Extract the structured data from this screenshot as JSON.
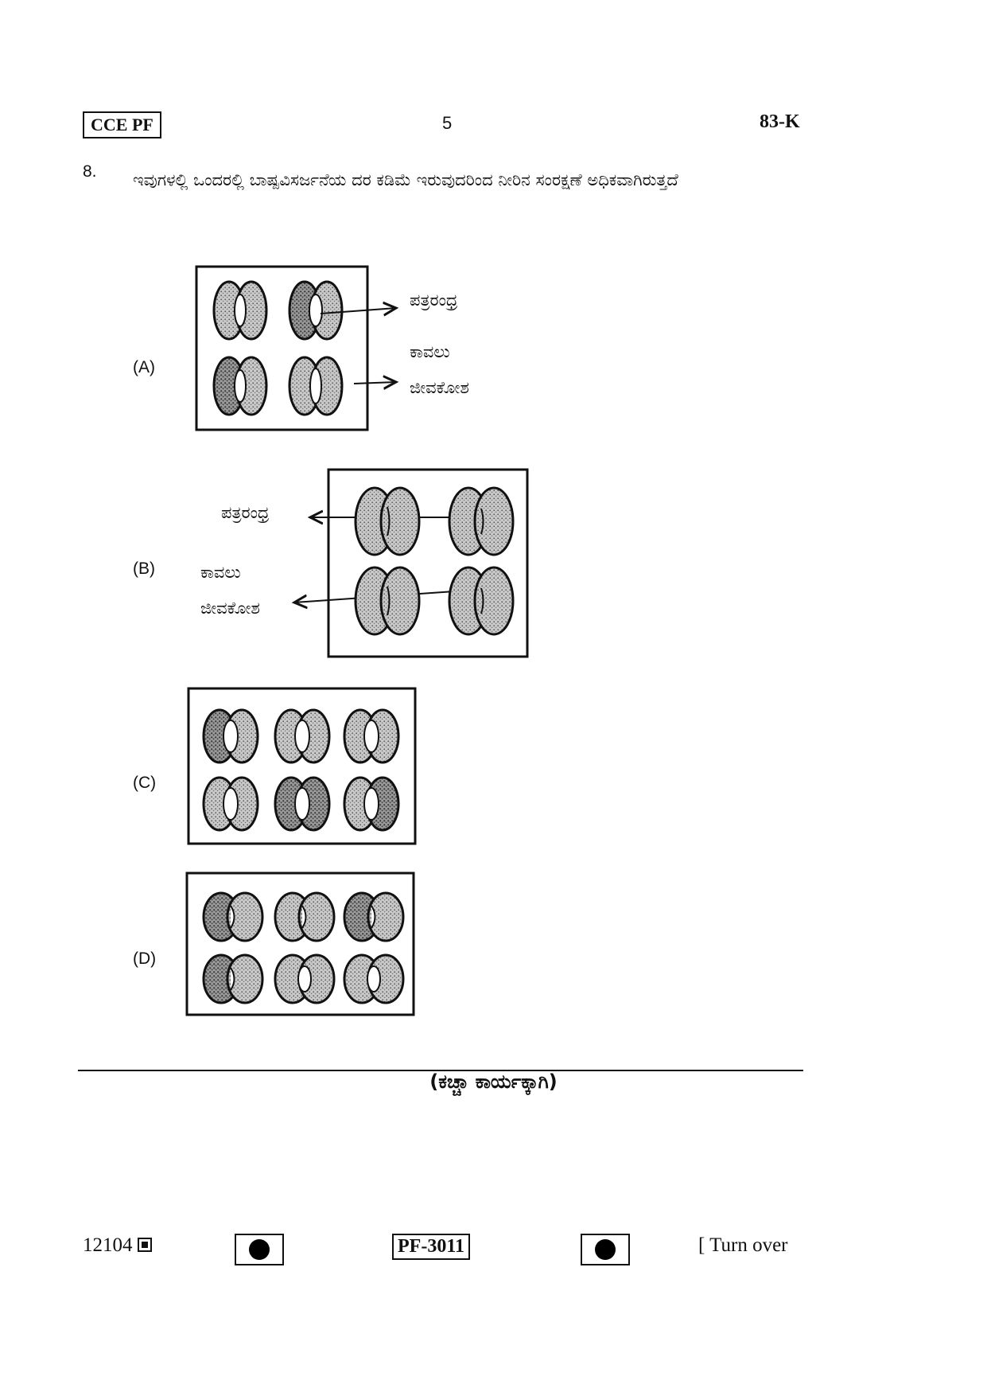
{
  "header": {
    "series": "CCE PF",
    "page_number": "5",
    "paper_code": "83-K"
  },
  "question": {
    "number": "8.",
    "text": "ಇವುಗಳಲ್ಲಿ ಒಂದರಲ್ಲಿ ಬಾಷ್ಪವಿಸರ್ಜನೆಯ ದರ ಕಡಿಮೆ ಇರುವುದರಿಂದ ನೀರಿನ ಸಂರಕ್ಷಣೆ ಅಧಿಕವಾಗಿರುತ್ತದೆ"
  },
  "options": [
    {
      "label": "(A)",
      "annotations": [
        "ಪತ್ರರಂಧ್ರ",
        "ಕಾವಲು",
        "ಜೀವಕೋಶ"
      ]
    },
    {
      "label": "(B)",
      "annotations": [
        "ಪತ್ರರಂಧ್ರ",
        "ಕಾವಲು",
        "ಜೀವಕೋಶ"
      ]
    },
    {
      "label": "(C)"
    },
    {
      "label": "(D)"
    }
  ],
  "rough_work": "(ಕಚ್ಚಾ ಕಾರ್ಯಕ್ಕಾಗಿ)",
  "footer": {
    "number": "12104",
    "center_code": "PF-3011",
    "turn_over": "[ Turn over"
  }
}
